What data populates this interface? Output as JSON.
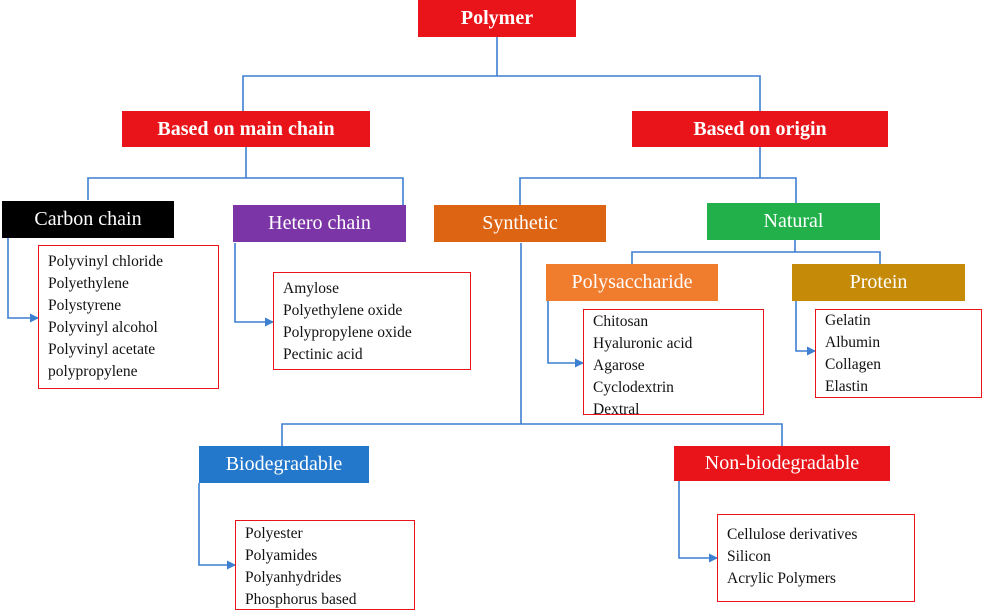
{
  "colors": {
    "connector": "#3d7fd1",
    "polymer": "#e8141a",
    "based_on_main_chain": "#e8141a",
    "based_on_origin": "#e8141a",
    "carbon_chain": "#000000",
    "hetero_chain": "#7b35a6",
    "synthetic": "#dd6413",
    "natural": "#21b04a",
    "polysaccharide": "#f07c2e",
    "protein": "#c48a08",
    "biodegradable": "#2478cc",
    "non_biodegradable": "#e8141a",
    "list_border": "#e8141a"
  },
  "nodes": {
    "polymer": "Polymer",
    "based_on_main_chain": "Based on main chain",
    "based_on_origin": "Based on origin",
    "carbon_chain": "Carbon chain",
    "hetero_chain": "Hetero chain",
    "synthetic": "Synthetic",
    "natural": "Natural",
    "polysaccharide": "Polysaccharide",
    "protein": "Protein",
    "biodegradable": "Biodegradable",
    "non_biodegradable": "Non-biodegradable"
  },
  "lists": {
    "carbon_chain": [
      "Polyvinyl chloride",
      "Polyethylene",
      "Polystyrene",
      "Polyvinyl alcohol",
      "Polyvinyl acetate",
      "polypropylene"
    ],
    "hetero_chain": [
      "Amylose",
      "Polyethylene oxide",
      "Polypropylene oxide",
      "Pectinic acid"
    ],
    "polysaccharide": [
      "Chitosan",
      "Hyaluronic acid",
      "Agarose",
      "Cyclodextrin",
      "Dextral"
    ],
    "protein": [
      "Gelatin",
      "Albumin",
      "Collagen",
      "Elastin"
    ],
    "biodegradable": [
      "Polyester",
      "Polyamides",
      "Polyanhydrides",
      "Phosphorus based"
    ],
    "non_biodegradable": [
      "Cellulose derivatives",
      "Silicon",
      "Acrylic Polymers"
    ]
  }
}
